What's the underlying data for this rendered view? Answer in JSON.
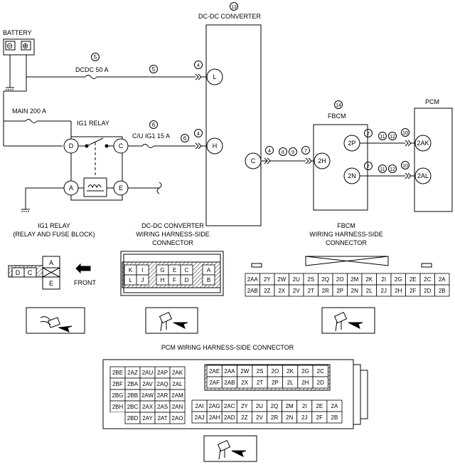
{
  "labels": {
    "battery": "BATTERY",
    "battery_minus": "⊖",
    "battery_plus": "⊕",
    "dcdc_title": "DC-DC CONVERTER",
    "dcdc_num": "13",
    "fuse_dcdc": "DCDC 50 A",
    "fuse_dcdc_num": "5",
    "wire_5": "5",
    "main_fuse": "MAIN 200 A",
    "ig1_relay": "IG1 RELAY",
    "fuse_cu": "C/U IG1 15 A",
    "fuse_cu_num": "6",
    "wire_6": "6",
    "fbcm_title": "FBCM",
    "fbcm_num": "14",
    "pcm_title": "PCM",
    "pin_L": "L",
    "pin_H": "H",
    "pin_C_dcdc": "C",
    "pin_2H": "2H",
    "pin_2P": "2P",
    "pin_2N": "2N",
    "pin_2AK": "2AK",
    "pin_2AL": "2AL",
    "relay_D": "D",
    "relay_C": "C",
    "relay_A": "A",
    "relay_E": "E",
    "w4a": "4",
    "w4b": "4",
    "w4c": "4",
    "w8": "8",
    "w9": "9",
    "w7a": "7",
    "w7b": "7",
    "w11b": "11",
    "w12b": "12",
    "w10b": "10",
    "w7c": "7",
    "w11c": "11",
    "w12c": "12",
    "w10c": "10"
  },
  "connectors": {
    "ig1_title_1": "IG1 RELAY",
    "ig1_title_2": "(RELAY AND FUSE BLOCK)",
    "ig1_pins": [
      "D",
      "C",
      "A",
      "E"
    ],
    "front": "FRONT",
    "dcdc_title_1": "DC-DC CONVERTER",
    "dcdc_title_2": "WIRING HARNESS-SIDE",
    "dcdc_title_3": "CONNECTOR",
    "dcdc_row1": [
      "K",
      "I",
      "G",
      "E",
      "C",
      "A"
    ],
    "dcdc_row2": [
      "L",
      "J",
      "H",
      "F",
      "D",
      "B"
    ],
    "fbcm_title_1": "FBCM",
    "fbcm_title_2": "WIRING HARNESS-SIDE",
    "fbcm_title_3": "CONNECTOR",
    "fbcm_row1": [
      "2AA",
      "2Y",
      "2W",
      "2U",
      "2S",
      "2Q",
      "2O",
      "2M",
      "2K",
      "2I",
      "2G",
      "2E",
      "2C",
      "2A"
    ],
    "fbcm_row2": [
      "2AB",
      "2Z",
      "2X",
      "2V",
      "2T",
      "2R",
      "2P",
      "2N",
      "2L",
      "2J",
      "2H",
      "2F",
      "2D",
      "2B"
    ],
    "pcm_title": "PCM WIRING HARNESS-SIDE CONNECTOR",
    "pcm_left": [
      [
        "2BE",
        "2AZ",
        "2AU",
        "2AP",
        "2AK"
      ],
      [
        "2BF",
        "2BA",
        "2AV",
        "2AQ",
        "2AL"
      ],
      [
        "2BG",
        "2BB",
        "2AW",
        "2AR",
        "2AM"
      ],
      [
        "2BH",
        "2BC",
        "2AX",
        "2AS",
        "2AN"
      ],
      [
        "",
        "2BD",
        "2AY",
        "2AT",
        "2AO"
      ]
    ],
    "pcm_upper": [
      [
        "2AE",
        "2AA",
        "2W",
        "2S",
        "2O",
        "2K",
        "2G",
        "2C"
      ],
      [
        "2AF",
        "2AB",
        "2X",
        "2T",
        "2P",
        "2L",
        "2H",
        "2D"
      ]
    ],
    "pcm_lower": [
      [
        "2AI",
        "2AG",
        "2AC",
        "2Y",
        "2U",
        "2Q",
        "2M",
        "2I",
        "2E",
        "2A"
      ],
      [
        "2AJ",
        "2AH",
        "2AD",
        "2Z",
        "2V",
        "2R",
        "2N",
        "2J",
        "2F",
        "2B"
      ]
    ]
  },
  "colors": {
    "line": "#000000",
    "hatch": "#555555"
  }
}
